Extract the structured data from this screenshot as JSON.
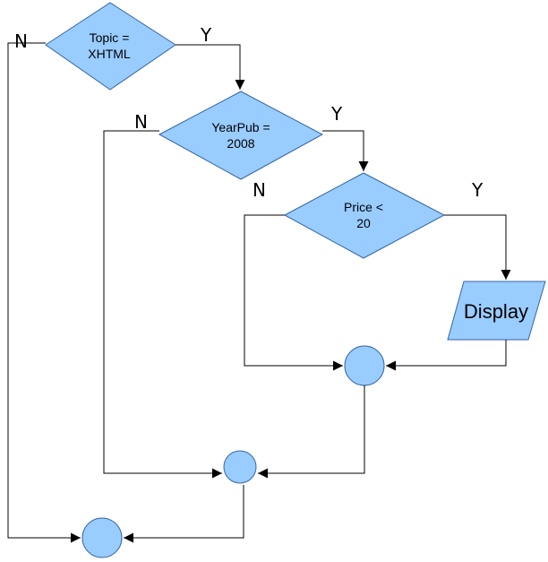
{
  "diagram": {
    "decisions": {
      "topic": {
        "line1": "Topic =",
        "line2": "XHTML"
      },
      "yearpub": {
        "line1": "YearPub =",
        "line2": "2008"
      },
      "price": {
        "line1": "Price <",
        "line2": "20"
      }
    },
    "output": {
      "label": "Display"
    },
    "branch_labels": {
      "topic_no": "N",
      "topic_yes": "Y",
      "yearpub_no": "N",
      "yearpub_yes": "Y",
      "price_no": "N",
      "price_yes": "Y"
    },
    "colors": {
      "shape_fill": "#99ccff",
      "shape_stroke": "#3465a4",
      "connector": "#000000"
    }
  }
}
